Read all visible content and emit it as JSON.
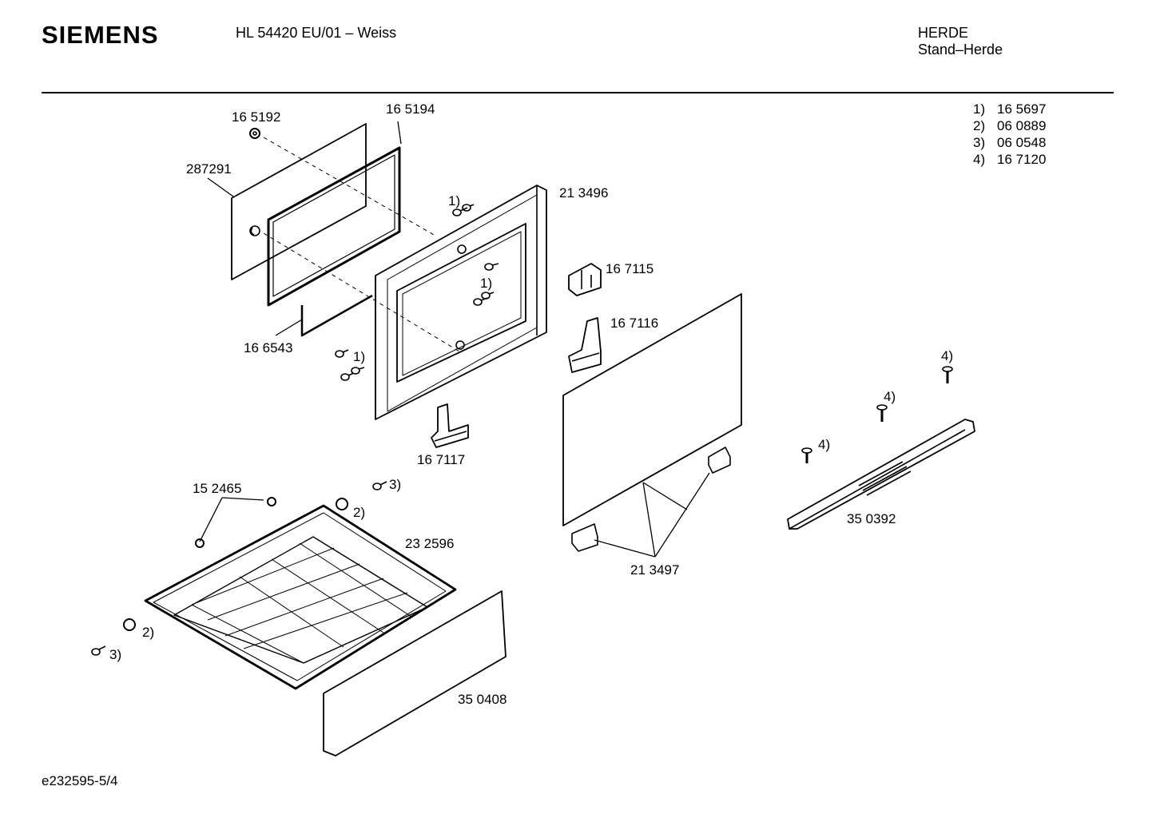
{
  "header": {
    "brand": "SIEMENS",
    "model": "HL 54420 EU/01 – Weiss",
    "category": "HERDE",
    "subcategory": "Stand–Herde"
  },
  "legend": [
    {
      "key": "1)",
      "part": "16 5697"
    },
    {
      "key": "2)",
      "part": "06 0889"
    },
    {
      "key": "3)",
      "part": "06 0548"
    },
    {
      "key": "4)",
      "part": "16 7120"
    }
  ],
  "labels": {
    "p165192": "16 5192",
    "p165194": "16 5194",
    "p287291": "287291",
    "p213496": "21 3496",
    "p167115": "16 7115",
    "p167116": "16 7116",
    "p166543": "16 6543",
    "p167117": "16 7117",
    "p152465": "15 2465",
    "p232596": "23 2596",
    "p350392": "35 0392",
    "p213497": "21 3497",
    "p350408": "35 0408",
    "ref1": "1)",
    "ref2": "2)",
    "ref3": "3)",
    "ref4": "4)"
  },
  "footer": {
    "doc_id": "e232595-5/4"
  }
}
